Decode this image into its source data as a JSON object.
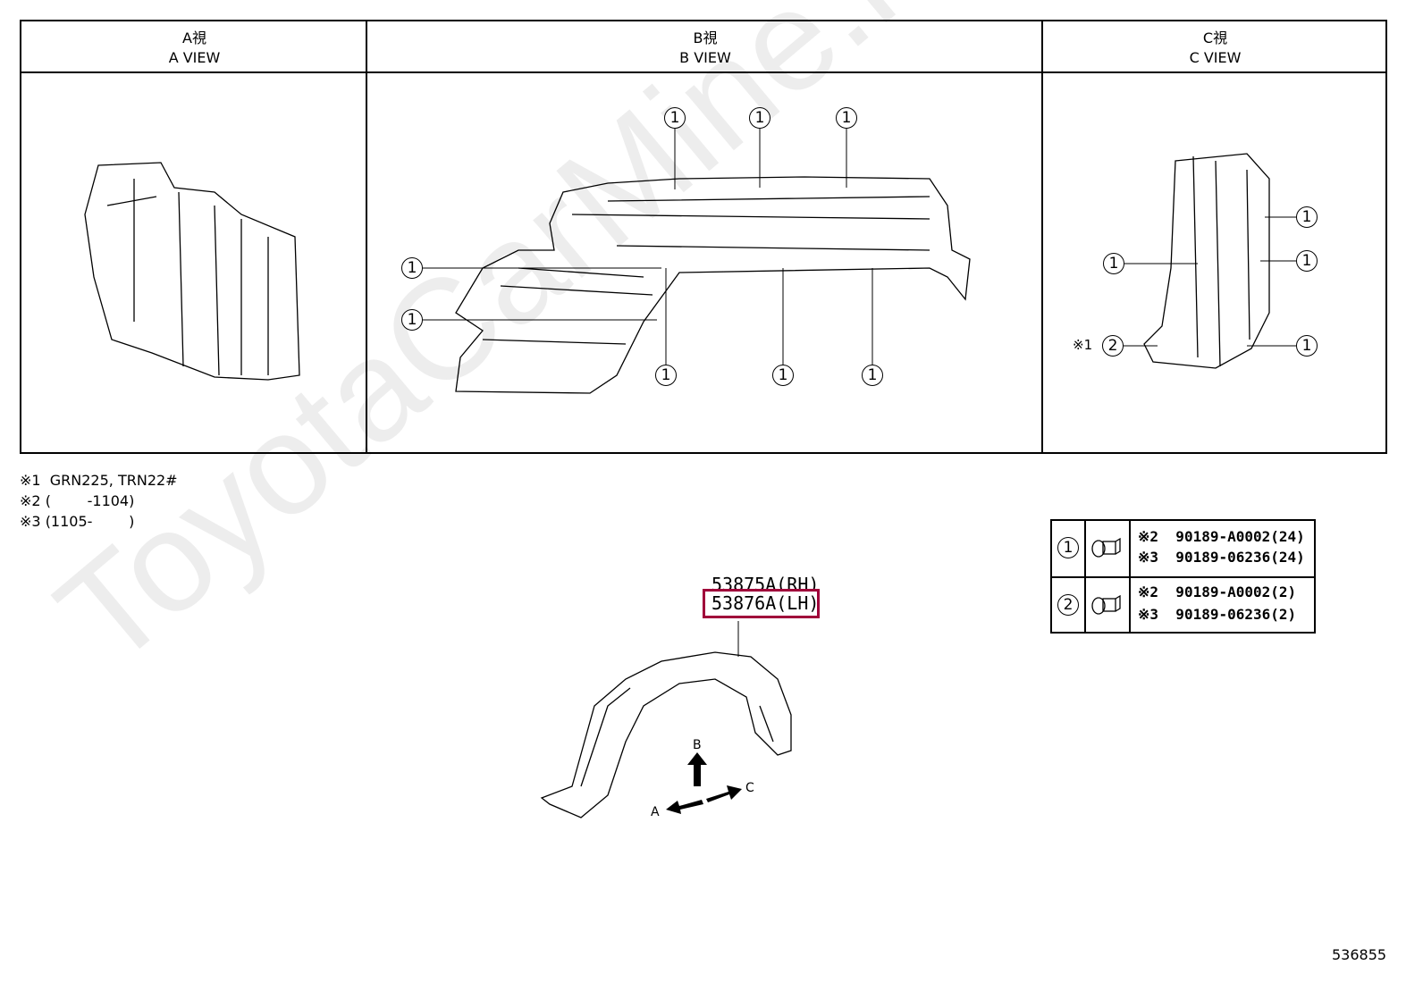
{
  "views": [
    {
      "title_jp": "A視",
      "title_en": "A VIEW"
    },
    {
      "title_jp": "B視",
      "title_en": "B VIEW"
    },
    {
      "title_jp": "C視",
      "title_en": "C VIEW"
    }
  ],
  "notes": [
    {
      "mark": "※1",
      "text": "GRN225, TRN22#"
    },
    {
      "mark": "※2",
      "text": "(        -1104)"
    },
    {
      "mark": "※3",
      "text": "(1105-        )"
    }
  ],
  "callouts": {
    "one": "1",
    "two": "2",
    "note_mark": "※1"
  },
  "fasteners": [
    {
      "ref": "1",
      "icon": "clip-icon",
      "lines": [
        "※2  90189-A0002(24)",
        "※3  90189-06236(24)"
      ]
    },
    {
      "ref": "2",
      "icon": "clip-icon",
      "lines": [
        "※2  90189-A0002(2)",
        "※3  90189-06236(2)"
      ]
    }
  ],
  "part": {
    "rh": "53875A(RH)",
    "lh": "53876A(LH)",
    "highlight_color": "#a0003a"
  },
  "arrows": {
    "a": "A",
    "b": "B",
    "c": "C"
  },
  "watermark": "ToyotaCarMine.ru",
  "illustration_id": "536855"
}
